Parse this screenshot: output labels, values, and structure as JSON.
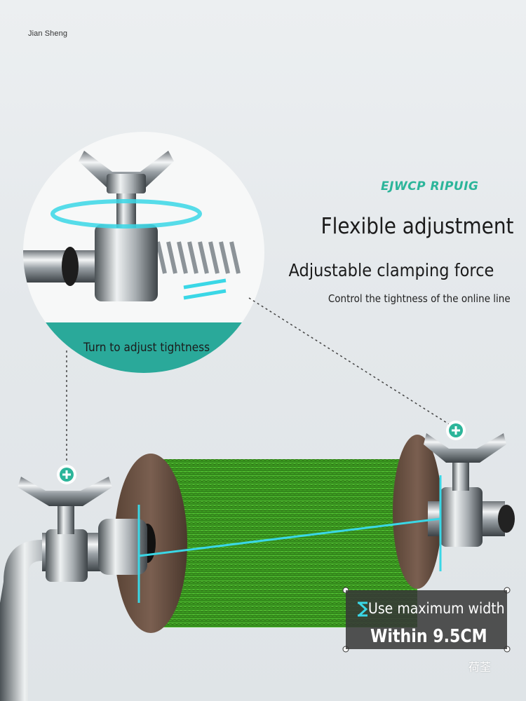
{
  "brand": "Jian Sheng",
  "stylized_text": "EJWCP RIPUIG",
  "heading": "Flexible adjustment",
  "subheading": "Adjustable clamping force",
  "description": "Control the tightness of the online line",
  "circle_caption": "Turn to adjust tightness",
  "dimension_label": "Use maximum width",
  "dimension_value": "Within 9.5CM",
  "watermark": "荷荃",
  "colors": {
    "accent_teal": "#2cb59a",
    "dimension_cyan": "#3ad7e6",
    "line_green": "#4caf2a",
    "label_box": "#373737"
  },
  "icons": [
    "plus-icon",
    "plus-icon"
  ]
}
